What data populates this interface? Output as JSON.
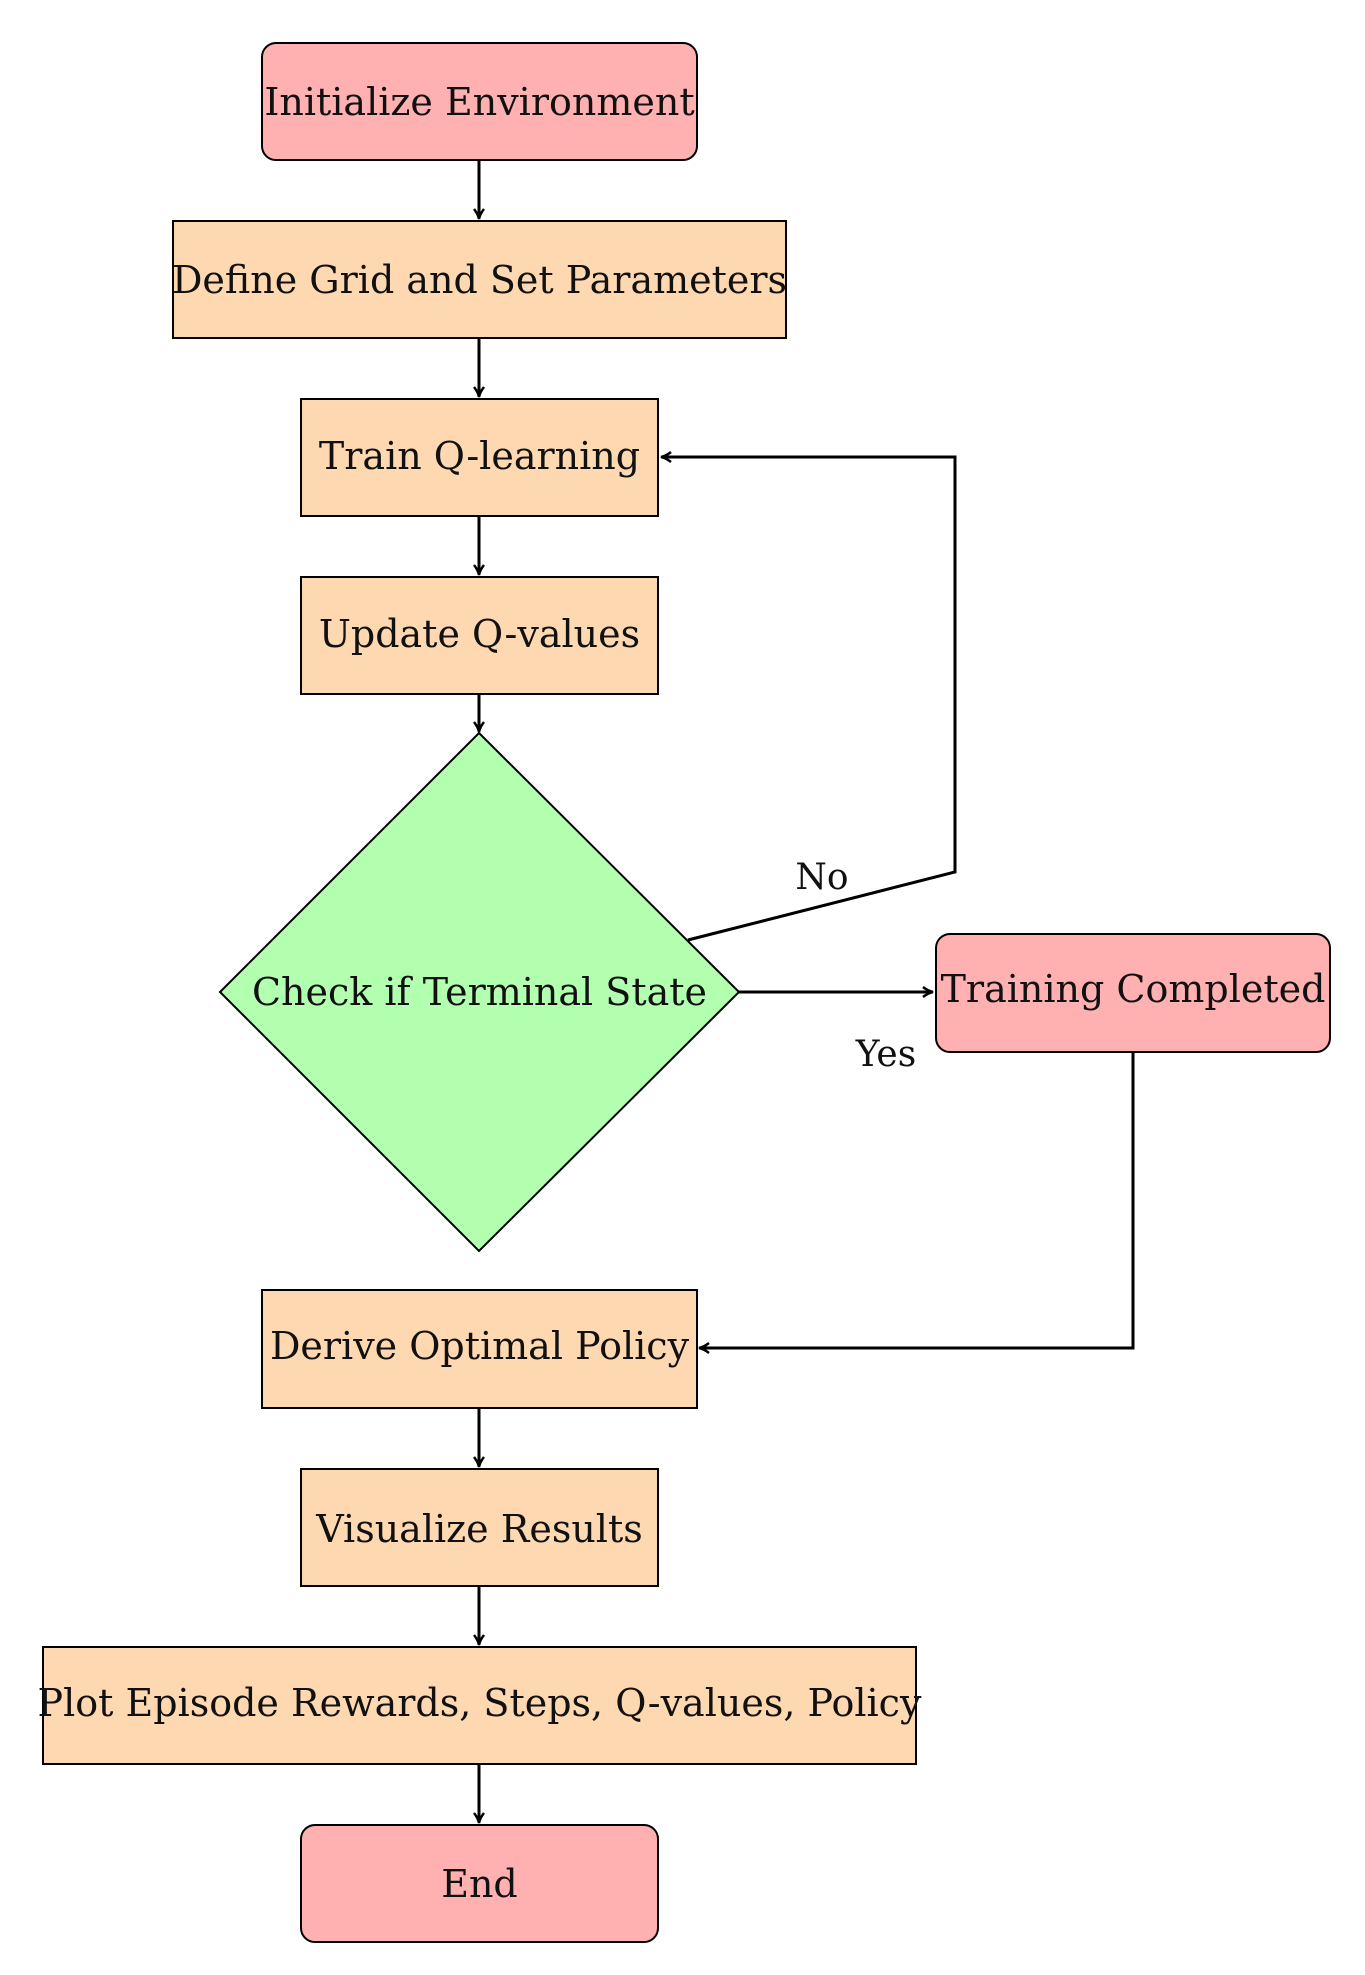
{
  "nodes": {
    "init": {
      "label": "Initialize Environment",
      "color": "#ffb0b0"
    },
    "define": {
      "label": "Define Grid and Set Parameters",
      "color": "#fed8b0"
    },
    "train": {
      "label": "Train Q-learning",
      "color": "#fed8b0"
    },
    "update": {
      "label": "Update Q-values",
      "color": "#fed8b0"
    },
    "check": {
      "label": "Check if Terminal State",
      "color": "#b3ffb0"
    },
    "completed": {
      "label": "Training Completed",
      "color": "#ffb0b0"
    },
    "derive": {
      "label": "Derive Optimal Policy",
      "color": "#fed8b0"
    },
    "visualize": {
      "label": "Visualize Results",
      "color": "#fed8b0"
    },
    "plot": {
      "label": "Plot Episode Rewards, Steps, Q-values, Policy",
      "color": "#fed8b0"
    },
    "end": {
      "label": "End",
      "color": "#ffb0b0"
    }
  },
  "edges": {
    "no_label": "No",
    "yes_label": "Yes"
  }
}
